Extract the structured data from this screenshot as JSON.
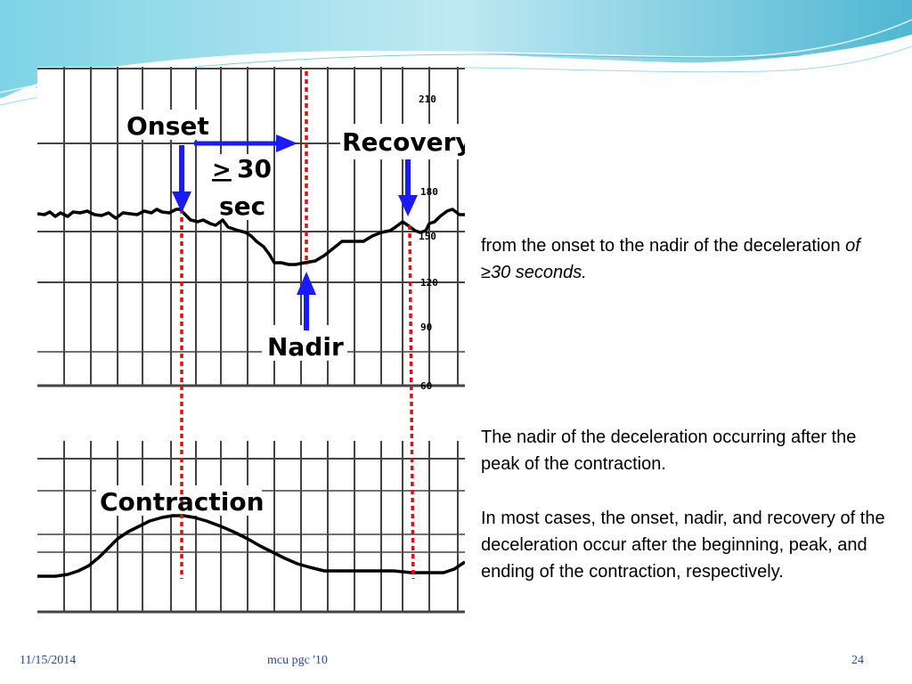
{
  "figure": {
    "onset_label": "Onset",
    "duration_label_ge": ">",
    "duration_label_num": "30",
    "duration_label_unit": "sec",
    "recovery_label": "Recovery",
    "nadir_label": "Nadir",
    "contraction_label": "Contraction",
    "scale_label_top": "210",
    "scale_label_180": "180",
    "scale_label_150": "150",
    "scale_label_120": "120",
    "scale_label_90": "90",
    "scale_label_60": "60"
  },
  "body": {
    "definition_plain": "from the onset to the nadir of the deceleration ",
    "definition_italic": "of ≥30 seconds.",
    "nadir_note": "The nadir of the deceleration occurring after the peak of the contraction.",
    "cases_note": "In most cases, the onset, nadir, and recovery of the deceleration occur after the beginning, peak, and ending of the contraction, respectively."
  },
  "footer": {
    "date": "11/15/2014",
    "title": "mcu pgc '10",
    "page_number": "24"
  },
  "colors": {
    "arrow_blue": "#1a1aff",
    "dotted_red": "#dd1111",
    "wave_teal": "#5ec3d8"
  }
}
